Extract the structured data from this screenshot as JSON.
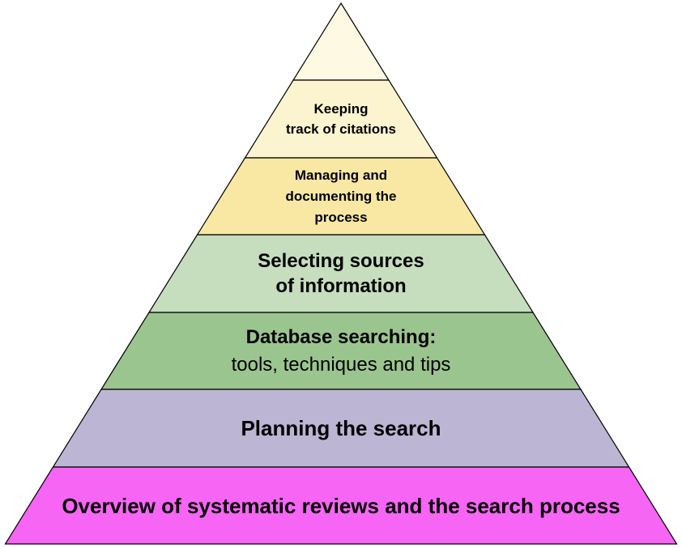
{
  "tiers": [
    {
      "lines": [
        {
          "text": "",
          "bold": true
        }
      ],
      "fill": "#FDF9E3"
    },
    {
      "lines": [
        {
          "text": "Keeping",
          "bold": true
        },
        {
          "text": "track of citations",
          "bold": true
        }
      ],
      "fill": "#FBF4CF"
    },
    {
      "lines": [
        {
          "text": "Managing and",
          "bold": true
        },
        {
          "text": "documenting the",
          "bold": true
        },
        {
          "text": "process",
          "bold": true
        }
      ],
      "fill": "#F8E8A4"
    },
    {
      "lines": [
        {
          "text": "Selecting sources",
          "bold": true
        },
        {
          "text": "of information",
          "bold": true
        }
      ],
      "fill": "#C6DDBE"
    },
    {
      "lines": [
        {
          "text": "Database searching:",
          "bold": true
        },
        {
          "text": "tools, techniques and tips",
          "bold": false
        }
      ],
      "fill": "#9BC58E"
    },
    {
      "lines": [
        {
          "text": "Planning the search",
          "bold": true
        }
      ],
      "fill": "#BCB6D4"
    },
    {
      "lines": [
        {
          "text": "Overview of systematic reviews and the search process",
          "bold": true
        }
      ],
      "fill": "#F765F5"
    }
  ],
  "colors": {
    "outline": "#000000"
  }
}
